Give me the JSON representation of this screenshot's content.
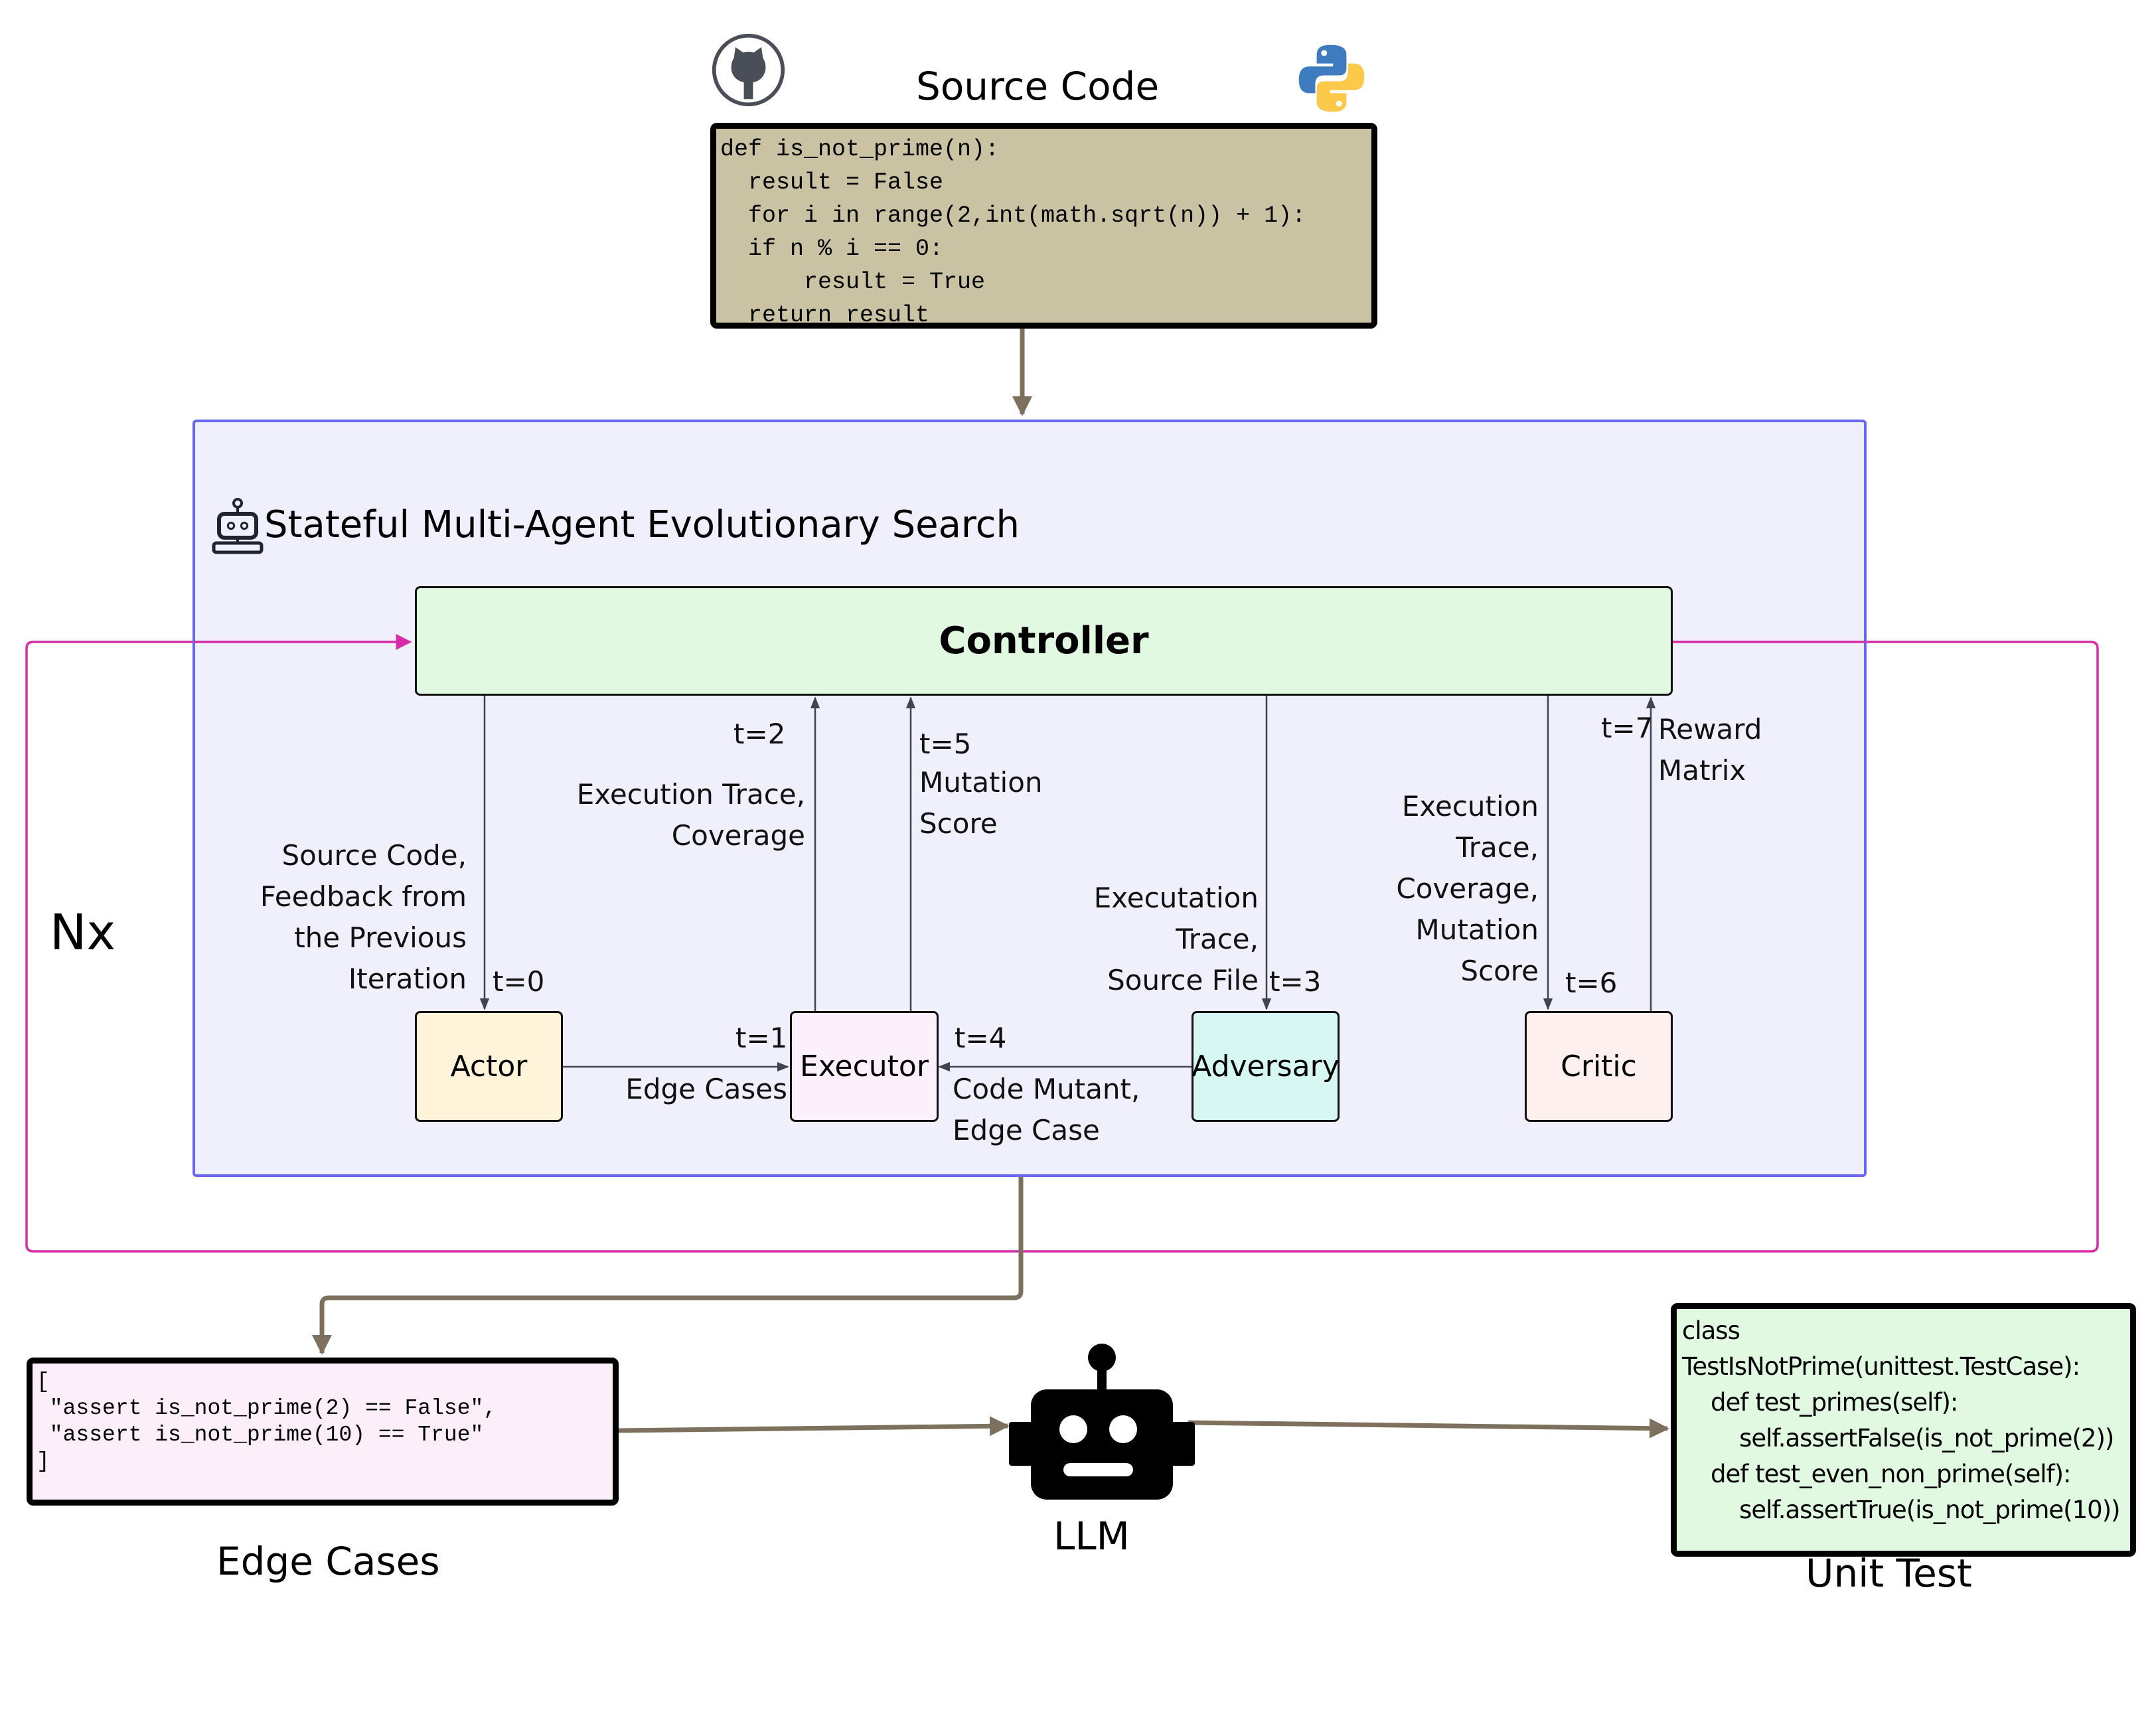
{
  "source": {
    "title": "Source Code",
    "icons": [
      "github-icon",
      "python-icon"
    ],
    "code_lines": [
      "def is_not_prime(n):",
      "  result = False",
      "  for i in range(2,int(math.sqrt(n)) + 1):",
      "  if n % i == 0:",
      "      result = True",
      "  return result"
    ]
  },
  "search": {
    "title": "Stateful Multi-Agent Evolutionary Search",
    "icon": "robot-icon",
    "loop_label": "Nx",
    "controller": "Controller",
    "agents": {
      "actor": "Actor",
      "executor": "Executor",
      "adversary": "Adversary",
      "critic": "Critic"
    },
    "edges": {
      "t0": {
        "time": "t=0",
        "label": "Source Code,\nFeedback from\nthe Previous\nIteration"
      },
      "t1": {
        "time": "t=1",
        "label": "Edge Cases"
      },
      "t2": {
        "time": "t=2",
        "label": "Execution Trace,\nCoverage"
      },
      "t3": {
        "time": "t=3",
        "label": "Executation\nTrace,\nSource File"
      },
      "t4": {
        "time": "t=4",
        "label": "Code Mutant,\nEdge Case"
      },
      "t5": {
        "time": "t=5",
        "label": "Mutation\nScore"
      },
      "t6": {
        "time": "t=6",
        "label": "Execution\nTrace,\nCoverage,\nMutation\nScore"
      },
      "t7": {
        "time": "t=7",
        "label": "Reward\nMatrix"
      }
    }
  },
  "edge_cases": {
    "title": "Edge Cases",
    "code_lines": [
      "[",
      " \"assert is_not_prime(2) == False\",",
      " \"assert is_not_prime(10) == True\"",
      "]"
    ]
  },
  "llm": {
    "title": "LLM",
    "icon": "robot-icon"
  },
  "unit_test": {
    "title": "Unit Test",
    "code_lines": [
      "class",
      "TestIsNotPrime(unittest.TestCase):",
      "    def test_primes(self):",
      "        self.assertFalse(is_not_prime(2))",
      "    def test_even_non_prime(self):",
      "        self.assertTrue(is_not_prime(10))"
    ]
  },
  "colors": {
    "flow": "#7d705c",
    "loop": "#d62ca8",
    "group_border": "#6a66ee",
    "group_fill": "#f0f0fd",
    "source_fill": "#c9c2a3",
    "controller_fill": "#e1f9e1",
    "actor_fill": "#fff3da",
    "executor_fill": "#fcf0fd",
    "adversary_fill": "#d7f8f2",
    "critic_fill": "#fdf0ee",
    "edge_cases_fill": "#fdeff9",
    "unit_test_fill": "#e1f9e1"
  }
}
